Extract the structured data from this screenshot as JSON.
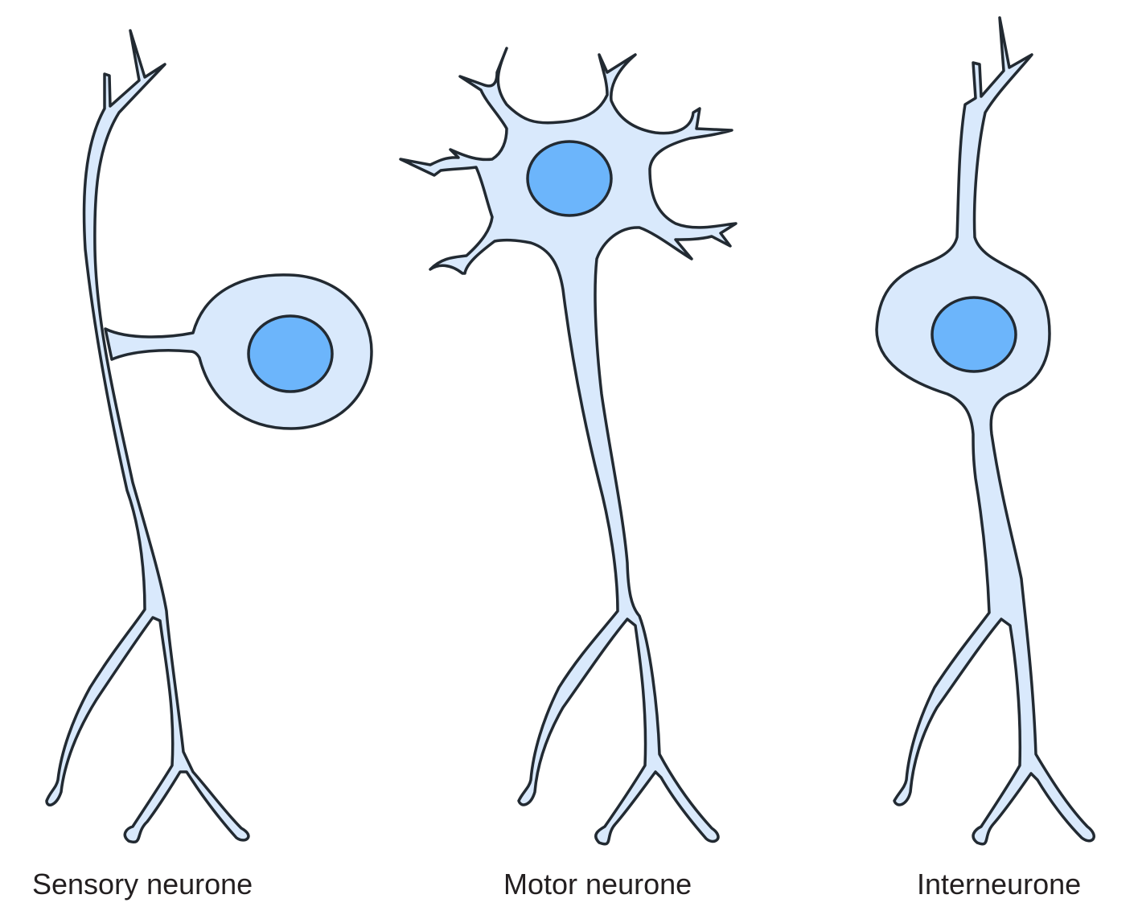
{
  "colors": {
    "cytoplasm": "#d9e9fc",
    "nucleus": "#6cb5fb",
    "outline": "#222a32",
    "label": "#231f20"
  },
  "neurones": [
    {
      "id": "sensory",
      "label": "Sensory neurone"
    },
    {
      "id": "motor",
      "label": "Motor neurone"
    },
    {
      "id": "inter",
      "label": "Interneurone"
    }
  ]
}
